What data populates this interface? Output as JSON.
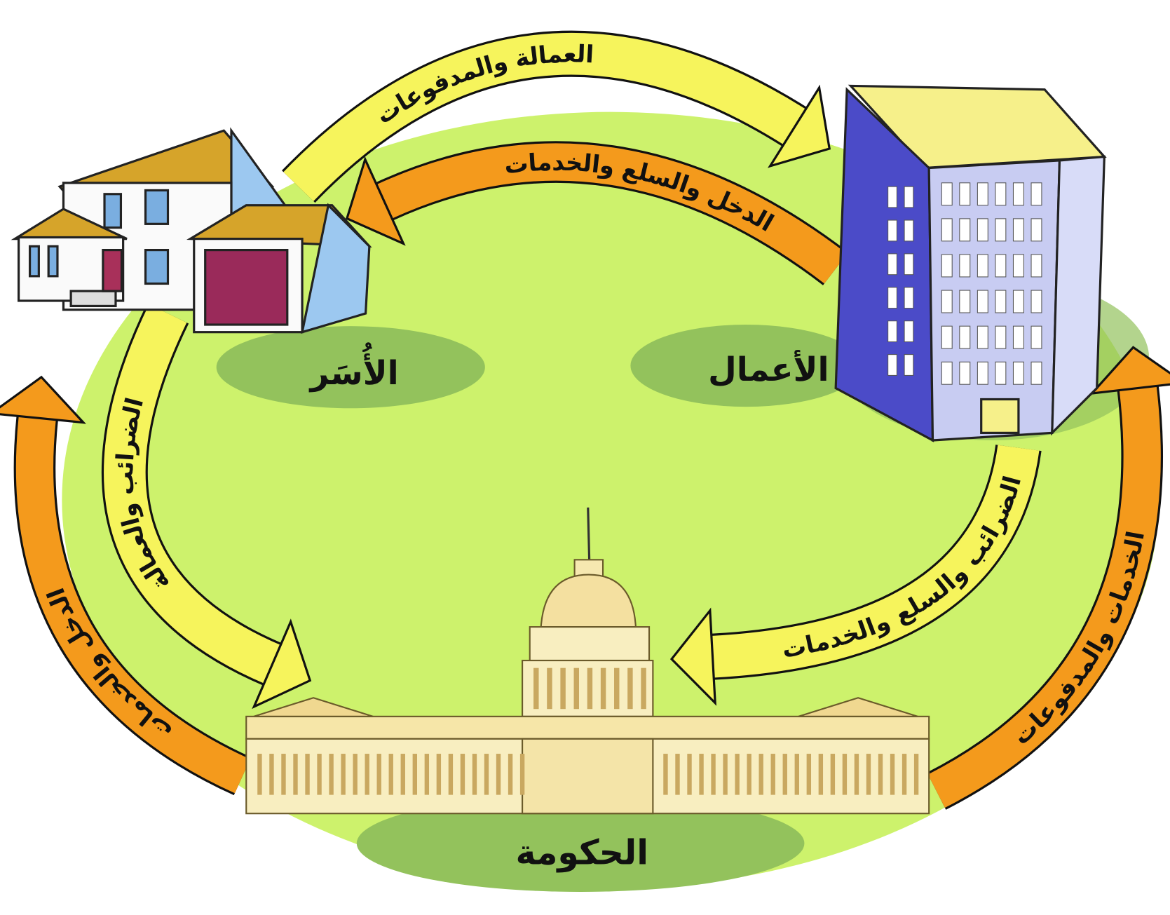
{
  "nodes": {
    "households": "الأُسَر",
    "businesses": "الأعمال",
    "government": "الحكومة"
  },
  "flows": {
    "households_to_business": "العمالة والمدفوعات",
    "business_to_households": "الدخل والسلع والخدمات",
    "households_to_government": "الضرائب والعمالة",
    "government_to_households": "الدخل والخدمات",
    "business_to_government": "الضرائب والسلع والخدمات",
    "government_to_business": "الخدمات والمدفوعات"
  },
  "colors": {
    "field": "#cdf26c",
    "shadow": "#93c25c",
    "yellow_arrow": "#f6f45c",
    "orange_arrow": "#f49a1c"
  }
}
